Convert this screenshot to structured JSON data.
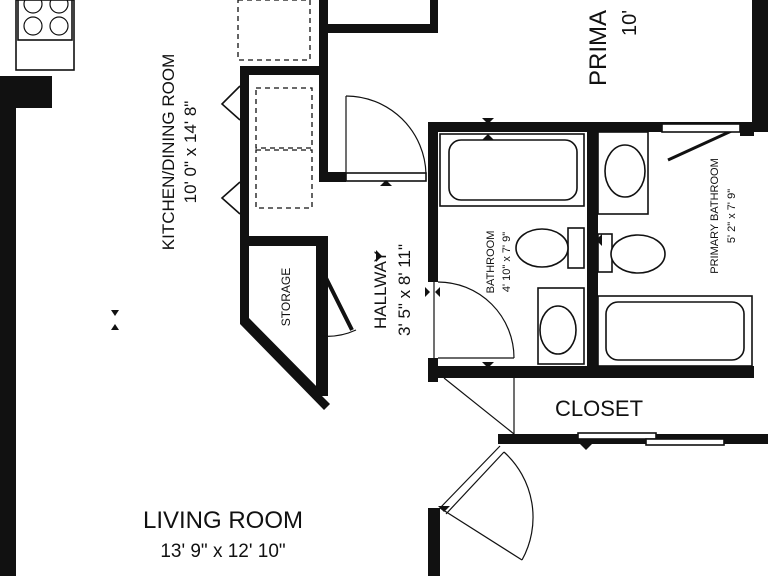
{
  "rooms": {
    "kitchen_dining": {
      "name": "KITCHEN/DINING ROOM",
      "size": "10' 0\" x 14' 8\""
    },
    "storage": {
      "name": "STORAGE"
    },
    "hallway": {
      "name": "HALLWAY",
      "size": "3' 5\" x 8' 11\""
    },
    "bathroom": {
      "name": "BATHROOM",
      "size": "4' 10\" x 7' 9\""
    },
    "primary_bathroom": {
      "name": "PRIMARY BATHROOM",
      "size": "5' 2\" x 7' 9\""
    },
    "closet": {
      "name": "CLOSET"
    },
    "living_room": {
      "name": "LIVING ROOM",
      "size": "13' 9\" x 12' 10\""
    },
    "primary_bedroom_partial": {
      "name": "PRIMA",
      "size": "10'"
    }
  },
  "colors": {
    "wall": "#111111",
    "background": "#ffffff"
  }
}
